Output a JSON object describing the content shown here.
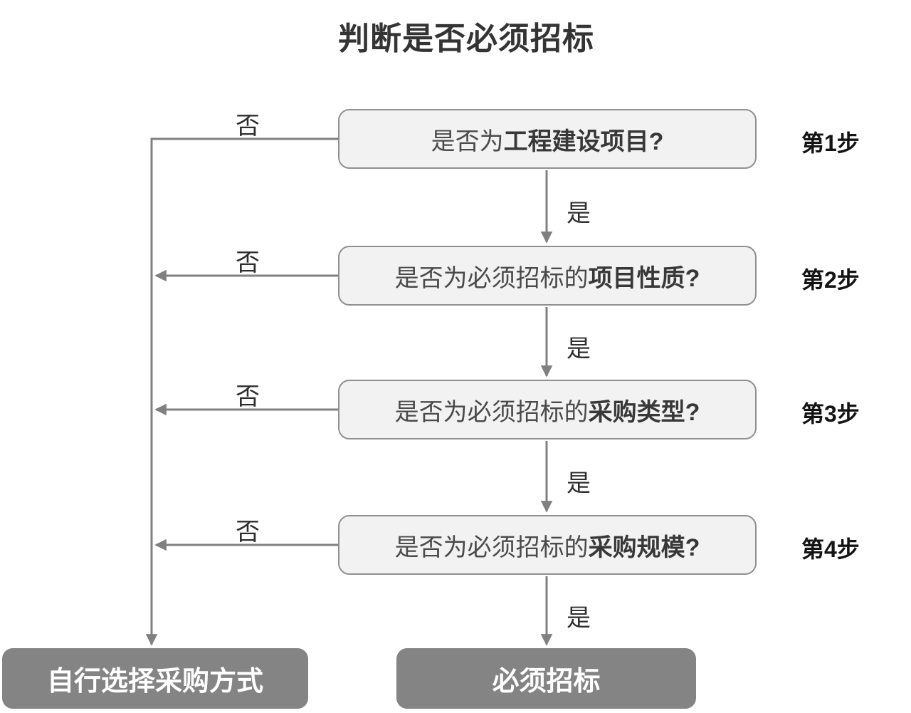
{
  "title": "判断是否必须招标",
  "edge_labels": {
    "yes": "是",
    "no": "否"
  },
  "questions": [
    {
      "prefix": "是否为",
      "emphasis": "工程建设项目?",
      "step_label": "第1步"
    },
    {
      "prefix": "是否为必须招标的",
      "emphasis": "项目性质?",
      "step_label": "第2步"
    },
    {
      "prefix": "是否为必须招标的",
      "emphasis": "采购类型?",
      "step_label": "第3步"
    },
    {
      "prefix": "是否为必须招标的",
      "emphasis": "采购规模?",
      "step_label": "第4步"
    }
  ],
  "outcomes": {
    "no_path": "自行选择采购方式",
    "yes_path": "必须招标"
  },
  "colors": {
    "question_box_fill": "#f2f2f2",
    "question_box_border": "#909090",
    "connector": "#808080",
    "outcome_box_fill": "#848484",
    "outcome_text": "#ffffff",
    "title_color": "#343434",
    "question_text": "#4a4a4a",
    "question_emphasis": "#383838",
    "step_label_color": "#141414",
    "edge_label_color": "#2e2e2e",
    "page_bg": "#ffffff"
  }
}
